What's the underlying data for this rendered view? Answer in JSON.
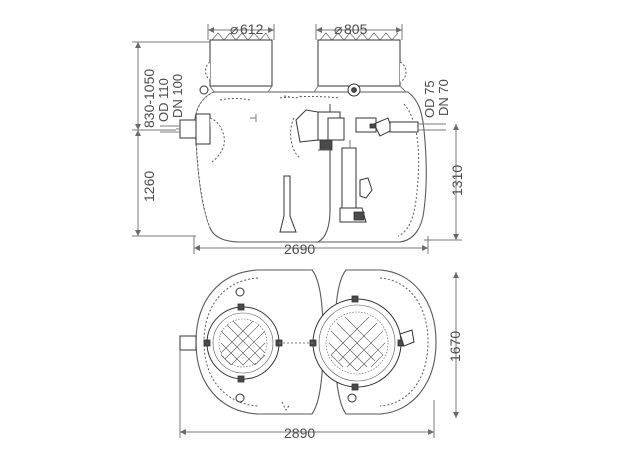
{
  "dimensions": {
    "cover_left": "612",
    "cover_left_prefix": "⌀",
    "cover_right": "805",
    "cover_right_prefix": "⌀",
    "height_cover": "830-1050",
    "inlet_od": "OD 110",
    "inlet_dn": "DN 100",
    "outlet_od": "OD 75",
    "outlet_dn": "DN 70",
    "height_inlet": "1260",
    "height_total": "1310",
    "length_side": "2690",
    "width_top": "1670",
    "length_top": "2890"
  },
  "colors": {
    "line": "#5a5a5a",
    "text": "#4a4a4a",
    "background": "#ffffff"
  }
}
